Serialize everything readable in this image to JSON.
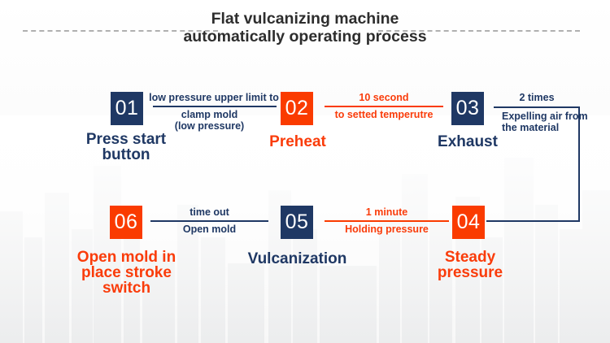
{
  "title": {
    "line1": "Flat vulcanizing machine",
    "line2": "automatically operating process"
  },
  "colors": {
    "navy": "#1f3864",
    "orange": "#fa3b00",
    "title_text": "#2d2d2d",
    "dashed_divider": "#b0b0b0"
  },
  "steps": [
    {
      "num": "01",
      "label": "Press start button",
      "color": "navy"
    },
    {
      "num": "02",
      "label": "Preheat",
      "color": "orange"
    },
    {
      "num": "03",
      "label": "Exhaust",
      "color": "navy"
    },
    {
      "num": "04",
      "label": "Steady pressure",
      "color": "orange"
    },
    {
      "num": "05",
      "label": "Vulcanization",
      "color": "navy"
    },
    {
      "num": "06",
      "label": "Open mold in place stroke switch",
      "color": "orange"
    }
  ],
  "connectors": {
    "c12": {
      "top": "low pressure upper limit to",
      "bottom1": "clamp mold",
      "bottom2": "(low pressure)",
      "color": "navy"
    },
    "c23": {
      "top": "10 second",
      "bottom1": "to setted temperutre",
      "color": "orange"
    },
    "c34": {
      "top": "2 times",
      "bottom1": "Expelling air from",
      "bottom2": "the material",
      "color": "navy"
    },
    "c45": {
      "top": "1 minute",
      "bottom1": "Holding pressure",
      "color": "orange"
    },
    "c56": {
      "top": "time out",
      "bottom1": "Open mold",
      "color": "navy"
    }
  }
}
